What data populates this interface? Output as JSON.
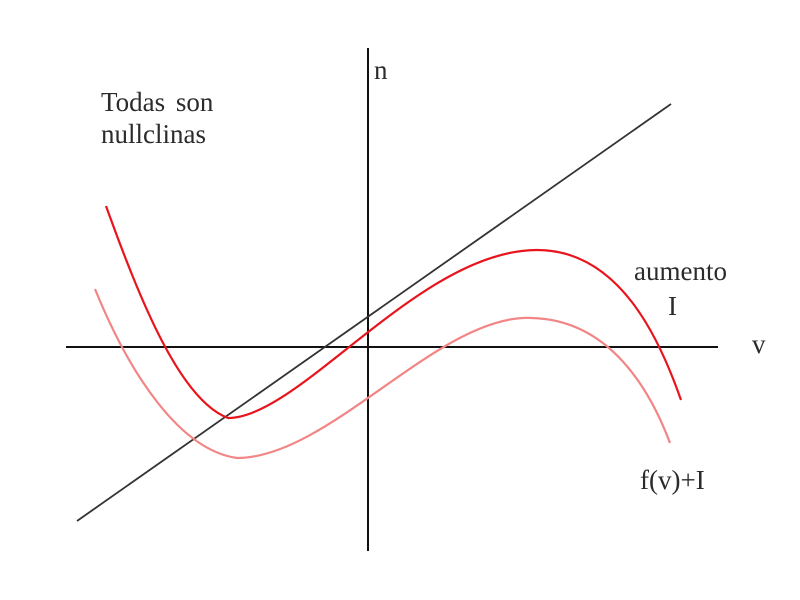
{
  "labels": {
    "n_axis": "n",
    "v_axis": "v",
    "note_line1": "Todas son",
    "note_line2": "nullclinas",
    "aumento_line1": "aumento",
    "aumento_line2": "I",
    "function_label": "f(v)+I"
  },
  "colors": {
    "axes": "#111111",
    "straight_line": "#333333",
    "curve_high_I": "#e8141c",
    "curve_low_I": "#f28585",
    "text": "#2b2b2b"
  }
}
